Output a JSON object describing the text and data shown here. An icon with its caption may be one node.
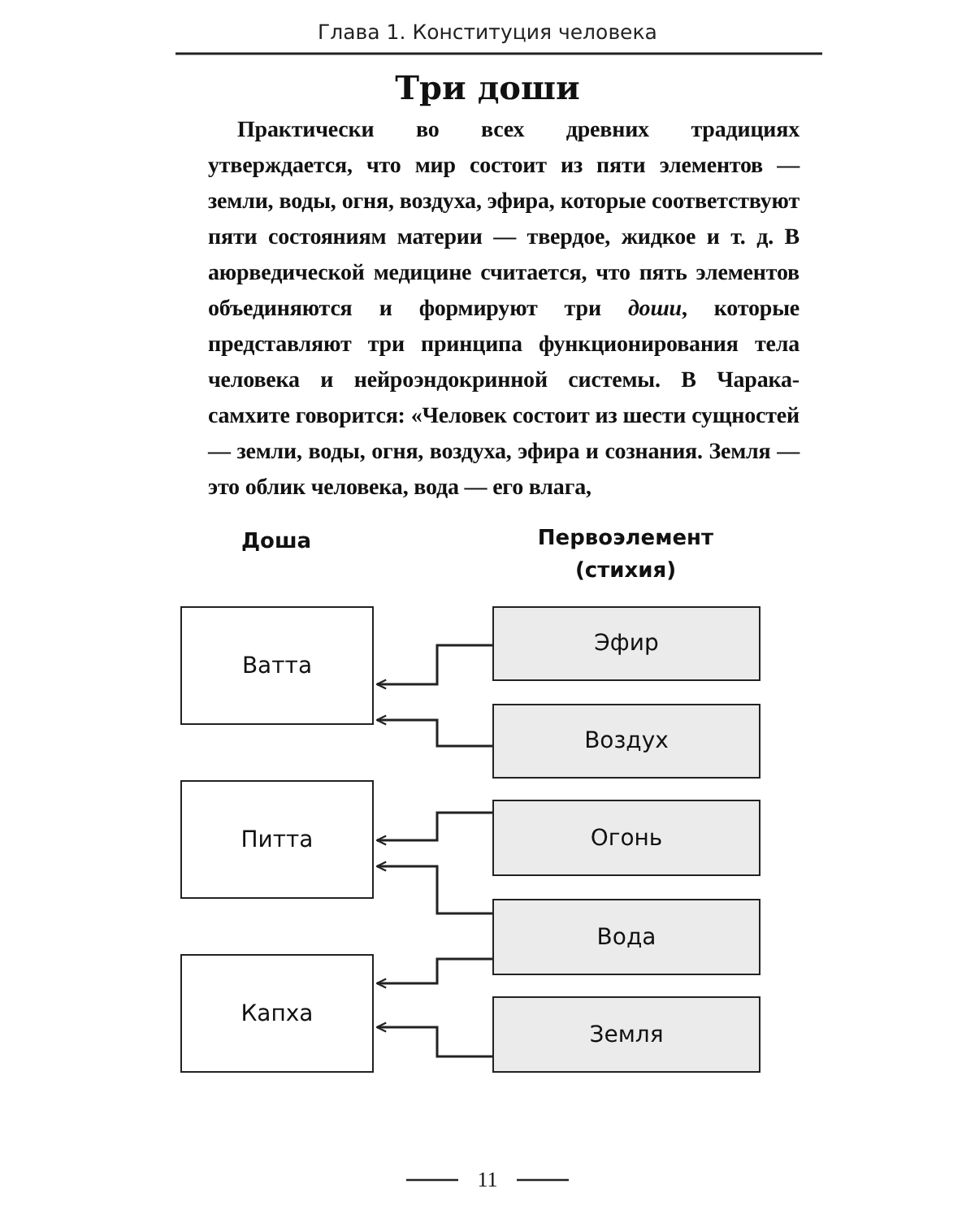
{
  "diagram": {
    "title": "Три доши",
    "nodes": [
      {
        "text": [
          "Ватта"
        ]
      },
      {
        "text": [
          "Питта"
        ]
      },
      {
        "text": [
          "Капха"
        ]
      },
      {
        "text": [
          "Эфир"
        ]
      },
      {
        "text": [
          "Воздух"
        ]
      },
      {
        "text": [
          "Огонь"
        ]
      },
      {
        "text": [
          "Вода"
        ]
      },
      {
        "text": [
          "Земля"
        ]
      }
    ],
    "edges": [
      {
        "from": 3,
        "to": 0,
        "arrow": "to"
      },
      {
        "from": 4,
        "to": 0,
        "arrow": "to"
      },
      {
        "from": 5,
        "to": 1,
        "arrow": "to"
      },
      {
        "from": 6,
        "to": 1,
        "arrow": "to"
      },
      {
        "from": 6,
        "to": 2,
        "arrow": "to"
      },
      {
        "from": 7,
        "to": 2,
        "arrow": "to"
      }
    ],
    "labels": [
      "Глава 1. Конституция человека",
      "Практически во всех древних традициях утверждается, что мир состоит из пяти элементов — земли, воды, огня, воздуха, эфира, которые соответствуют пяти состояниям материи — твердое, жидкое и т. д. В аюрведической медицине считается, что пять элементов объединяются и формируют три *доши*, которые представляют три принципа функционирования тела человека и нейроэндокринной системы. В Чарака-самхите говорится: «Человек состоит из шести сущностей — земли, воды, огня, воздуха, эфира и сознания. Земля — это облик человека, вода — его влага,",
      "Доша",
      "Первоэлемент (стихия)",
      "11"
    ]
  }
}
